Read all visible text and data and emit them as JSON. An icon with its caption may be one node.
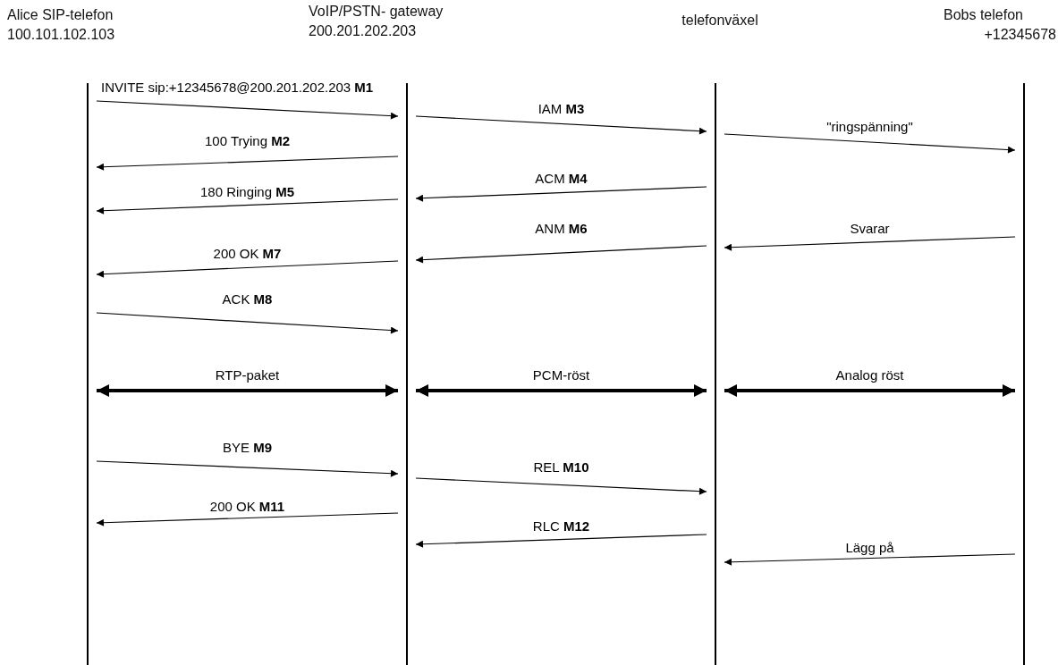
{
  "diagram": {
    "nodes": [
      {
        "text": [
          "Alice SIP-telefon",
          "100.101.102.103"
        ]
      },
      {
        "text": [
          "VoIP/PSTN- gateway",
          "200.201.202.203"
        ]
      },
      {
        "text": [
          "telefonväxel"
        ]
      },
      {
        "text": [
          "Bobs telefon",
          "+12345678"
        ]
      }
    ],
    "edges": [
      {
        "from": 0,
        "to": 1,
        "arrow": "to",
        "label": "INVITE sip:+12345678@200.201.202.203 **M1**"
      },
      {
        "from": 1,
        "to": 2,
        "arrow": "to",
        "label": "IAM **M3**"
      },
      {
        "from": 2,
        "to": 3,
        "arrow": "to",
        "label": "\"ringspänning\""
      },
      {
        "from": 1,
        "to": 0,
        "arrow": "to",
        "label": "100 Trying **M2**"
      },
      {
        "from": 2,
        "to": 1,
        "arrow": "to",
        "label": "ACM **M4**"
      },
      {
        "from": 1,
        "to": 0,
        "arrow": "to",
        "label": "180 Ringing **M5**"
      },
      {
        "from": 3,
        "to": 2,
        "arrow": "to",
        "label": "Svarar"
      },
      {
        "from": 2,
        "to": 1,
        "arrow": "to",
        "label": "ANM **M6**"
      },
      {
        "from": 1,
        "to": 0,
        "arrow": "to",
        "label": "200 OK **M7**"
      },
      {
        "from": 0,
        "to": 1,
        "arrow": "to",
        "label": "ACK **M8**"
      },
      {
        "from": 0,
        "to": 1,
        "arrow": "both",
        "style": "thick",
        "label": "RTP-paket"
      },
      {
        "from": 1,
        "to": 2,
        "arrow": "both",
        "style": "thick",
        "label": "PCM-röst"
      },
      {
        "from": 2,
        "to": 3,
        "arrow": "both",
        "style": "thick",
        "label": "Analog röst"
      },
      {
        "from": 0,
        "to": 1,
        "arrow": "to",
        "label": "BYE **M9**"
      },
      {
        "from": 1,
        "to": 2,
        "arrow": "to",
        "label": "REL **M10**"
      },
      {
        "from": 1,
        "to": 0,
        "arrow": "to",
        "label": "200 OK **M11**"
      },
      {
        "from": 2,
        "to": 1,
        "arrow": "to",
        "label": "RLC **M12**"
      },
      {
        "from": 3,
        "to": 2,
        "arrow": "to",
        "label": "Lägg på"
      }
    ]
  }
}
